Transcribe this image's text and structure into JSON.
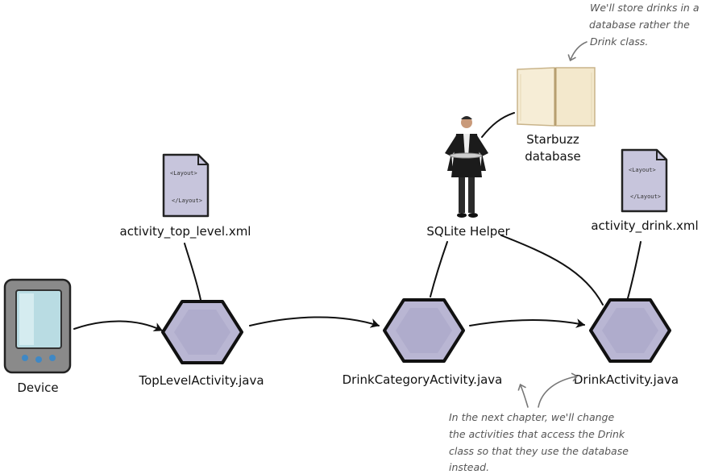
{
  "labels": {
    "activity_top_level": "activity_top_level.xml",
    "activity_drink": "activity_drink.xml",
    "sqlite_helper": "SQLite Helper",
    "starbuzz_line1": "Starbuzz",
    "starbuzz_line2": "database",
    "device": "Device",
    "top_level_activity": "TopLevelActivity.java",
    "drink_category_activity": "DrinkCategoryActivity.java",
    "drink_activity": "DrinkActivity.java"
  },
  "layout_doc_text": {
    "open_tag": "<Layout>",
    "close_tag": "</Layout>"
  },
  "notes": {
    "top_right": [
      "We'll store drinks in a",
      "database rather the",
      "Drink class."
    ],
    "bottom": [
      "In the next chapter, we'll change",
      "the activities that access the Drink",
      "class so that they use the database",
      "instead."
    ]
  },
  "colors": {
    "hexagon_fill": "#b9b6d3",
    "doc_fill": "#c7c5dc",
    "device_body": "#8a8a8a",
    "device_screen": "#b9dce3",
    "device_buttons": "#3f88c5",
    "book_page": "#f6edd6"
  }
}
